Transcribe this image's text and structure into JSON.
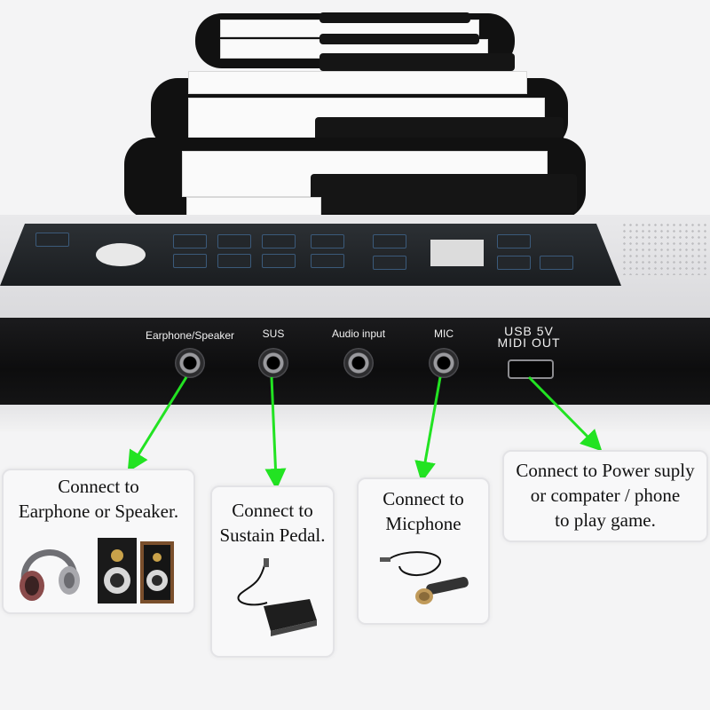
{
  "ports": [
    {
      "id": "earphone",
      "label": "Earphone/Speaker"
    },
    {
      "id": "sus",
      "label": "SUS"
    },
    {
      "id": "audio",
      "label": "Audio input"
    },
    {
      "id": "mic",
      "label": "MIC"
    },
    {
      "id": "usb",
      "label": "USB 5V\nMIDI OUT"
    }
  ],
  "callouts": {
    "earphone": "Connect to\nEarphone or Speaker.",
    "sustain": "Connect to\nSustain Pedal.",
    "mic": "Connect to\nMicphone",
    "usb": "Connect to Power suply\nor compater / phone\nto play game."
  },
  "colors": {
    "arrow": "#22e322",
    "front_strip": "#111111",
    "card_bg": "#f8f8f9"
  },
  "icons": [
    "headphones-icon",
    "speaker-icon",
    "sustain-pedal-icon",
    "microphone-icon"
  ]
}
